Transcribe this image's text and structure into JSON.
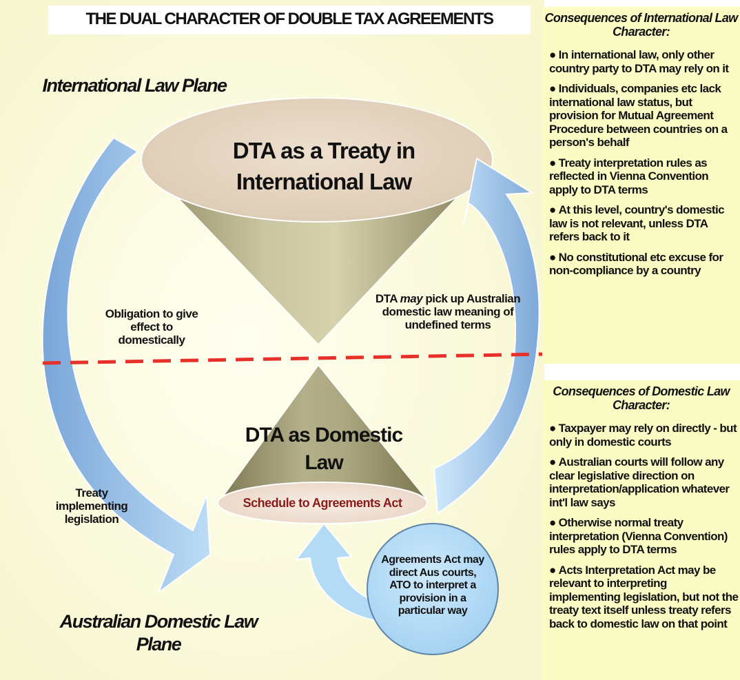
{
  "title": "THE DUAL CHARACTER OF DOUBLE TAX AGREEMENTS",
  "planes": {
    "international": "International Law Plane",
    "domestic": "Australian Domestic Law Plane"
  },
  "treaty_shape": {
    "title": "DTA as a Treaty in International Law"
  },
  "domestic_shape": {
    "title": "DTA as Domestic Law",
    "schedule_label": "Schedule to Agreements Act"
  },
  "arrows": {
    "obligation": "Obligation to give effect to domestically",
    "implementing": "Treaty implementing legislation",
    "pickup_prefix": "DTA ",
    "pickup_may": "may",
    "pickup_suffix": " pick up Australian domestic law meaning of undefined terms"
  },
  "agreements_act_bubble": "Agreements Act may direct Aus courts, ATO to interpret a provision in a particular way",
  "colors": {
    "panel_fill": "#fbfbc4",
    "divider": "#e8302a",
    "arrow_fill": "#a9d4f2",
    "cone_fill": "#a8a37a",
    "schedule_text": "#8b1a1a"
  },
  "international_panel": {
    "heading": "Consequences of International Law Character:",
    "items": [
      "In international law, only other country party to DTA may rely on it",
      "Individuals, companies etc lack international law status, but provision for Mutual Agreement Procedure between countries on a person's behalf",
      "Treaty interpretation rules as reflected in Vienna Convention apply to DTA terms",
      "At this level, country's domestic law is not relevant, unless DTA refers back to it",
      "No constitutional etc excuse for non-compliance by a country"
    ]
  },
  "domestic_panel": {
    "heading": "Consequences of Domestic Law Character:",
    "items": [
      "Taxpayer may rely on directly - but only in domestic courts",
      "Australian courts will follow any clear legislative direction on interpretation/application whatever int'l law says",
      "Otherwise normal treaty interpretation (Vienna Convention) rules apply to DTA terms",
      "Acts Interpretation Act may be relevant to interpreting implementing legislation, but not the treaty text itself unless treaty refers back to domestic law on that point"
    ]
  }
}
